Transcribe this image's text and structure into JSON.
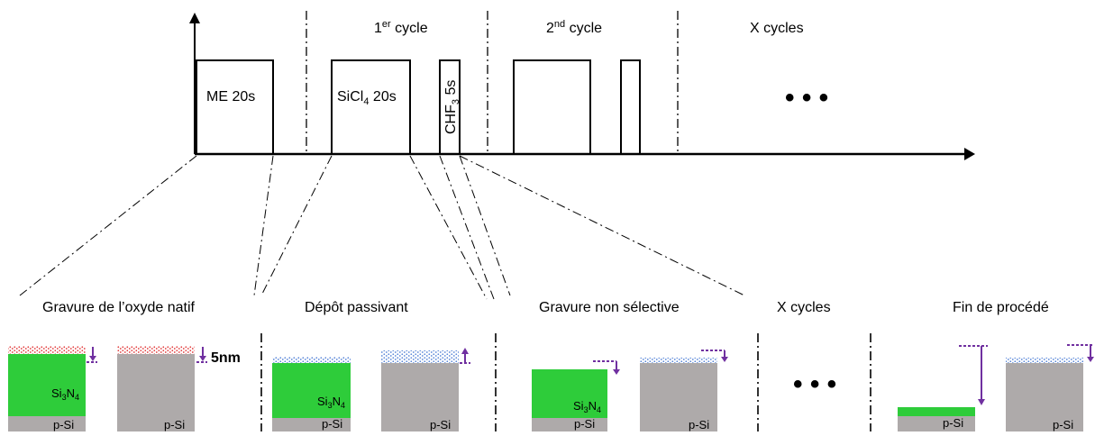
{
  "timeline": {
    "cycle1_base": "1",
    "cycle1_sup": "er",
    "cycle1_rest": " cycle",
    "cycle2_base": "2",
    "cycle2_sup": "nd",
    "cycle2_rest": " cycle",
    "x_cycles": "X cycles",
    "pulse_me": "ME 20s",
    "pulse_sicl_base": "SiCl",
    "pulse_sicl_sub": "4",
    "pulse_sicl_rest": " 20s",
    "pulse_chf_base": "CHF",
    "pulse_chf_sub": "3",
    "pulse_chf_rest": " 5s",
    "ellipsis": "• • •"
  },
  "steps": {
    "s1_title": "Gravure de l’oxyde natif",
    "s2_title": "Dépôt passivant",
    "s3_title": "Gravure non sélective",
    "s4_title": "X cycles",
    "s5_title": "Fin de procédé",
    "thickness": "5nm",
    "ellipsis": "• • •"
  },
  "materials": {
    "sin_base": "Si",
    "sin_sub1": "3",
    "sin_mid": "N",
    "sin_sub2": "4",
    "psi": "p-Si"
  },
  "colors": {
    "sin": "#2ecc3a",
    "si": "#aeaaaa",
    "arrow": "#7030a0",
    "oxide": "#e03030",
    "passivation": "#4f7fd6"
  }
}
